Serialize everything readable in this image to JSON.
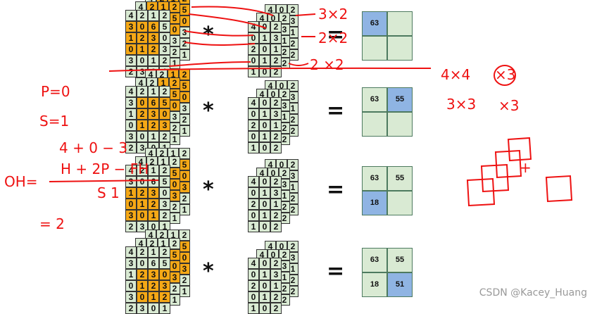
{
  "input_layers": [
    [
      [
        4,
        2,
        1,
        2
      ],
      [
        3,
        0,
        6,
        5
      ],
      [
        1,
        2,
        3,
        0
      ],
      [
        0,
        1,
        2,
        3
      ],
      [
        3,
        0,
        1,
        2
      ],
      [
        2,
        3,
        0,
        1
      ]
    ],
    [
      [
        4,
        2,
        1,
        2
      ],
      [
        3,
        0,
        6,
        5
      ],
      [
        1,
        2,
        3,
        0
      ],
      [
        0,
        1,
        2,
        3
      ],
      [
        3,
        0,
        1,
        2
      ],
      [
        2,
        3,
        0,
        1
      ]
    ],
    [
      [
        4,
        2,
        1,
        2
      ],
      [
        3,
        0,
        6,
        5
      ],
      [
        1,
        2,
        3,
        0
      ],
      [
        0,
        1,
        2,
        3
      ],
      [
        3,
        0,
        1,
        2
      ],
      [
        2,
        3,
        0,
        1
      ]
    ]
  ],
  "filter_layers": [
    [
      [
        4,
        0,
        2
      ],
      [
        0,
        1,
        3
      ],
      [
        2,
        0,
        1
      ],
      [
        0,
        1,
        2
      ],
      [
        1,
        0,
        2
      ]
    ],
    [
      [
        4,
        0,
        2
      ],
      [
        0,
        1,
        3
      ],
      [
        2,
        0,
        1
      ],
      [
        0,
        1,
        2
      ],
      [
        1,
        0,
        2
      ]
    ],
    [
      [
        4,
        0,
        2
      ],
      [
        0,
        1,
        3
      ],
      [
        2,
        0,
        1
      ],
      [
        0,
        1,
        2
      ],
      [
        1,
        0,
        2
      ]
    ]
  ],
  "operators": {
    "convolve": "*",
    "equals": "="
  },
  "steps": [
    {
      "output": [
        "63",
        "",
        "",
        ""
      ],
      "active": 0
    },
    {
      "output": [
        "63",
        "55",
        "",
        ""
      ],
      "active": 1
    },
    {
      "output": [
        "63",
        "55",
        "18",
        ""
      ],
      "active": 2
    },
    {
      "output": [
        "63",
        "55",
        "18",
        "51"
      ],
      "active": 3
    }
  ],
  "annotations": {
    "a1": "3×2",
    "a2": "2×2",
    "a3": "2 ×2",
    "a4": "4×4",
    "a5": "×3",
    "a6": "3×3",
    "a7": "×3",
    "p": "P=0",
    "s": "S=1",
    "calc": "4 + 0 − 3",
    "oh": "OH=",
    "formula": "H + 2P − FH",
    "denom": "S        1",
    "eq2": "= 2",
    "plus": "+"
  },
  "watermark": "CSDN @Kacey_Huang"
}
